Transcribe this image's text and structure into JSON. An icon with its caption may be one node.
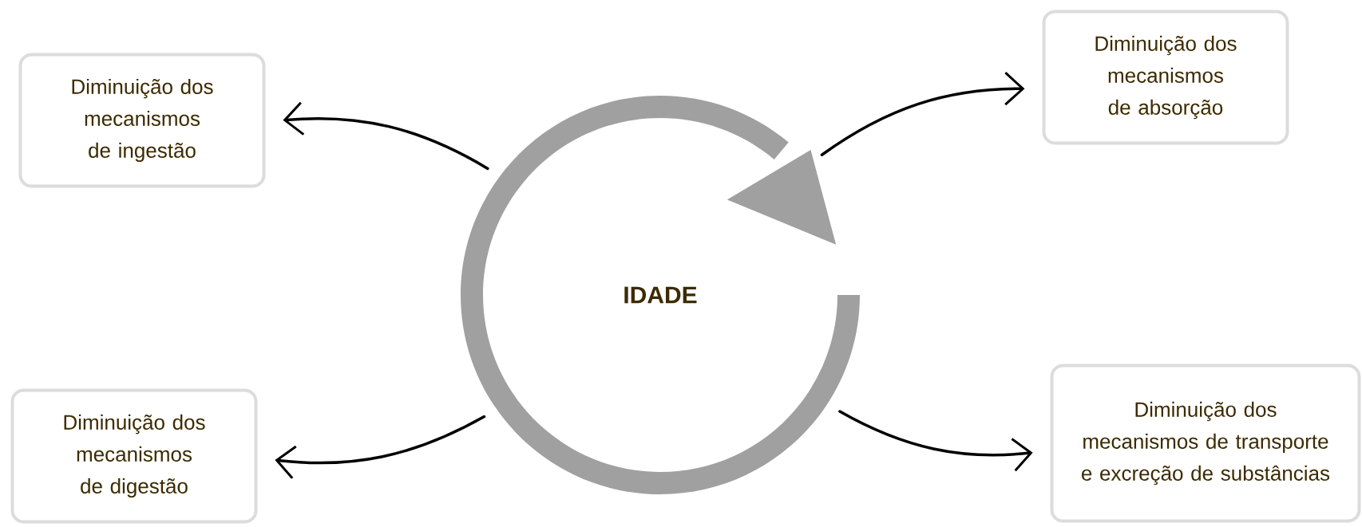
{
  "diagram": {
    "nodes": [
      {
        "text": [
          "Diminuição dos mecanismos de ingestão"
        ]
      },
      {
        "text": [
          "Diminuição dos mecanismos de absorção"
        ]
      },
      {
        "text": [
          "IDADE"
        ]
      },
      {
        "text": [
          "Diminuição dos mecanismos de digestão"
        ]
      },
      {
        "text": [
          "Diminuição dos mecanismos de transporte e excreção de substâncias"
        ]
      }
    ],
    "edges": [
      {
        "from": 2,
        "to": 0,
        "arrow": "to"
      },
      {
        "from": 2,
        "to": 1,
        "arrow": "to"
      },
      {
        "from": 2,
        "to": 3,
        "arrow": "to"
      },
      {
        "from": 2,
        "to": 4,
        "arrow": "to"
      }
    ]
  }
}
